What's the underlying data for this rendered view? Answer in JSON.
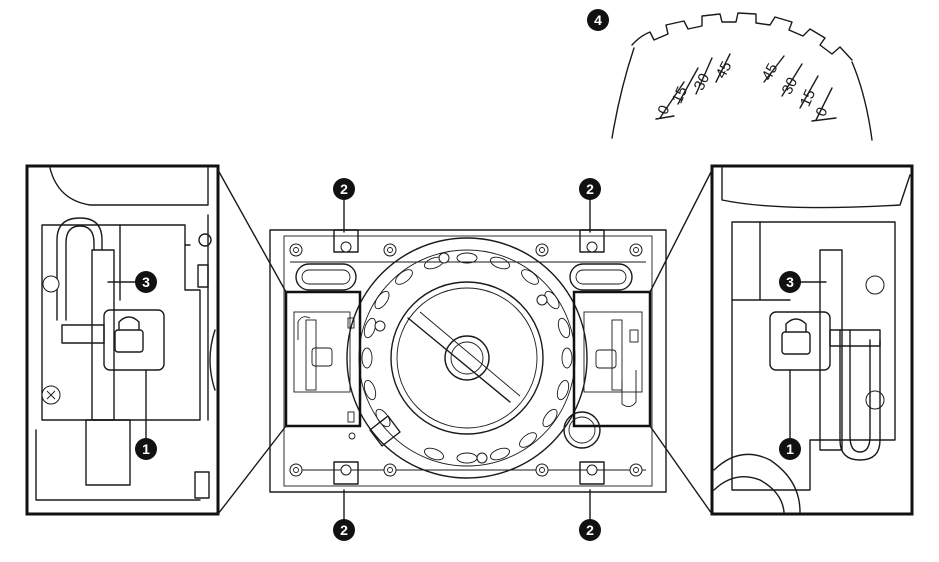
{
  "callouts": {
    "lock_bar": "1",
    "adjuster": "2",
    "shackle": "3",
    "angle_scale": "4"
  },
  "scale": {
    "left": [
      "0",
      "15",
      "30",
      "45"
    ],
    "right": [
      "45",
      "30",
      "15",
      "0"
    ]
  }
}
